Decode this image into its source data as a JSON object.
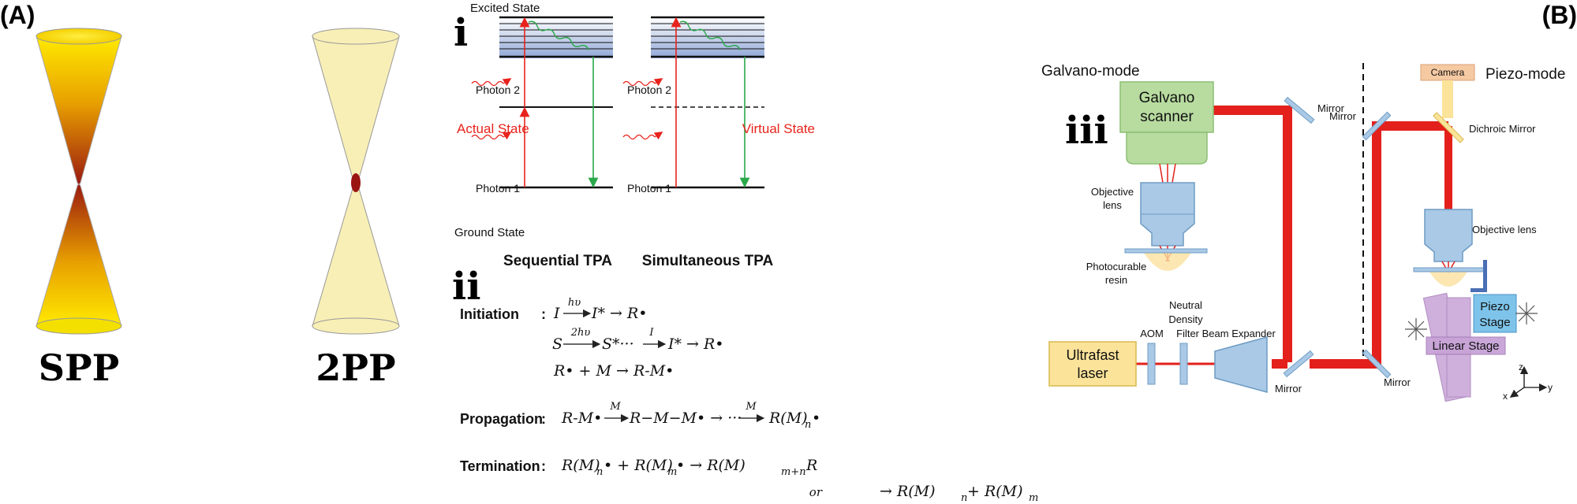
{
  "panel_a": {
    "label": "(A)",
    "left_caption": "SPP",
    "right_caption": "2PP"
  },
  "panel_b": {
    "label": "(B)",
    "i": {
      "roman": "i",
      "excited_state": "Excited State",
      "photon2_left": "Photon 2",
      "actual_state": "Actual State",
      "photon1_left": "Photon 1",
      "ground_state": "Ground State",
      "photon2_right": "Photon 2",
      "virtual_state": "Virtual State",
      "photon1_right": "Photon 1",
      "caption_left": "Sequential TPA",
      "caption_right": "Simultaneous TPA"
    },
    "ii": {
      "roman": "ii",
      "initiation": "Initiation",
      "propagation": "Propagation",
      "termination": "Termination",
      "colon": ":",
      "init_eq1_a": "I",
      "init_eq1_over": "hυ",
      "init_eq1_b": "I* → R•",
      "init_eq2_a": "S",
      "init_eq2_over": "2hυ",
      "init_eq2_b": "S*···",
      "init_eq2_over2": "I",
      "init_eq2_c": "I* → R•",
      "init_eq3": "R• + M →  R-M•",
      "prop_a": "R-M•",
      "prop_over1": "M",
      "prop_b": "R−M−M• → ···",
      "prop_over2": "M",
      "prop_c": "R(M)",
      "prop_sub": "n",
      "prop_d": "•",
      "term1_a": "R(M)",
      "term1_sub1": "n",
      "term1_b": "• + R(M)",
      "term1_sub2": "m",
      "term1_c": "•  →  R(M)",
      "term1_sub3": "m+n",
      "term1_d": "R",
      "term2_or": "or",
      "term2_a": "→  R(M)",
      "term2_sub1": "n",
      "term2_b": " + R(M)",
      "term2_sub2": "m"
    },
    "iii": {
      "roman": "iii",
      "galvano_mode": "Galvano-mode",
      "piezo_mode": "Piezo-mode",
      "galvano_scanner_1": "Galvano",
      "galvano_scanner_2": "scanner",
      "mirror_top": "Mirror",
      "objective_lens_1": "Objective",
      "objective_lens_2": "lens",
      "photocurable_1": "Photocurable",
      "photocurable_2": "resin",
      "neutral_1": "Neutral",
      "neutral_2": "Density",
      "neutral_3": "Filter Beam Expander",
      "aom": "AOM",
      "ultrafast_1": "Ultrafast",
      "ultrafast_2": "laser",
      "mirror_bottom": "Mirror",
      "camera": "Camera",
      "mirror_left": "Mirror",
      "dichroic": "Dichroic Mirror",
      "objective_lens_right": "Objective lens",
      "piezo_stage_1": "Piezo",
      "piezo_stage_2": "Stage",
      "linear_stage": "Linear Stage",
      "mirror_bottom_right": "Mirror",
      "axis_z": "z",
      "axis_y": "y",
      "axis_x": "x"
    }
  },
  "colors": {
    "laser_red": "#e3201b",
    "photon_red": "#e8231c",
    "emission_green": "#2aa84a",
    "galvano_green": "#b8dca0",
    "lens_blue": "#a9c9e6",
    "laser_box": "#fbe39a",
    "camera_box": "#f5c9a2",
    "piezo_blue": "#7ec4ea",
    "linear_purple": "#c7a3d6"
  }
}
